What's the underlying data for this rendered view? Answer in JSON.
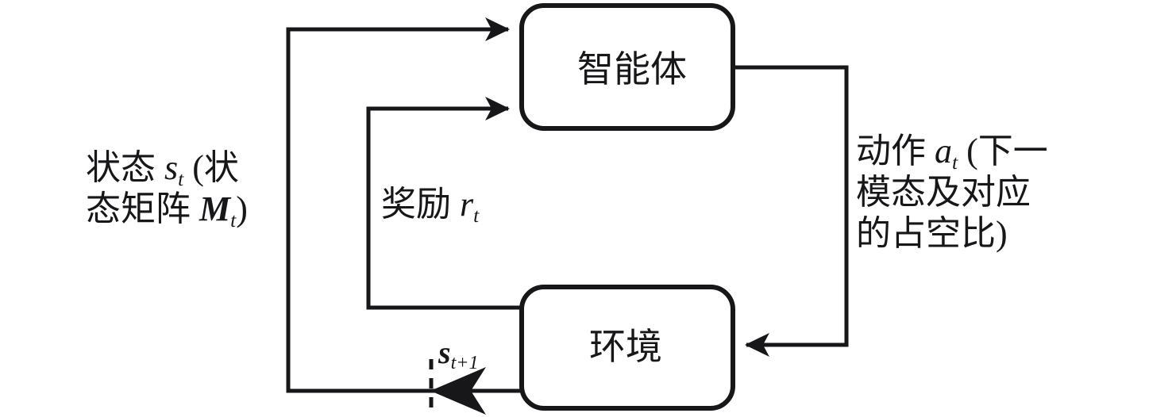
{
  "diagram": {
    "title": "Reinforcement learning agent-environment loop",
    "stroke_color": "#17171a",
    "background_color": "#ffffff",
    "nodes": [
      {
        "id": "agent",
        "label": "智能体",
        "shape": "rounded-rectangle"
      },
      {
        "id": "environment",
        "label": "环境",
        "shape": "rounded-rectangle"
      }
    ],
    "edges": [
      {
        "id": "state",
        "from": "environment",
        "to": "agent",
        "label_lines": [
          "状态 s_t (状",
          "态矩阵 M_t)"
        ],
        "label_line1_pre": "状态 ",
        "label_line1_var": "s",
        "label_line1_sub": "t",
        "label_line1_post": " (状",
        "label_line2_pre": "态矩阵 ",
        "label_line2_var": "M",
        "label_line2_sub": "t",
        "label_line2_post": ")"
      },
      {
        "id": "reward",
        "from": "environment",
        "to": "agent",
        "label_pre": "奖励 ",
        "label_var": "r",
        "label_sub": "t"
      },
      {
        "id": "action",
        "from": "agent",
        "to": "environment",
        "label_line1_pre": "动作 ",
        "label_line1_var": "a",
        "label_line1_sub": "t",
        "label_line1_post": " (下一",
        "label_line2": "模态及对应",
        "label_line3": "的占空比)"
      },
      {
        "id": "next-state",
        "from": "environment",
        "to": "state-line",
        "label_var": "s",
        "label_sub": "t+1"
      }
    ]
  }
}
